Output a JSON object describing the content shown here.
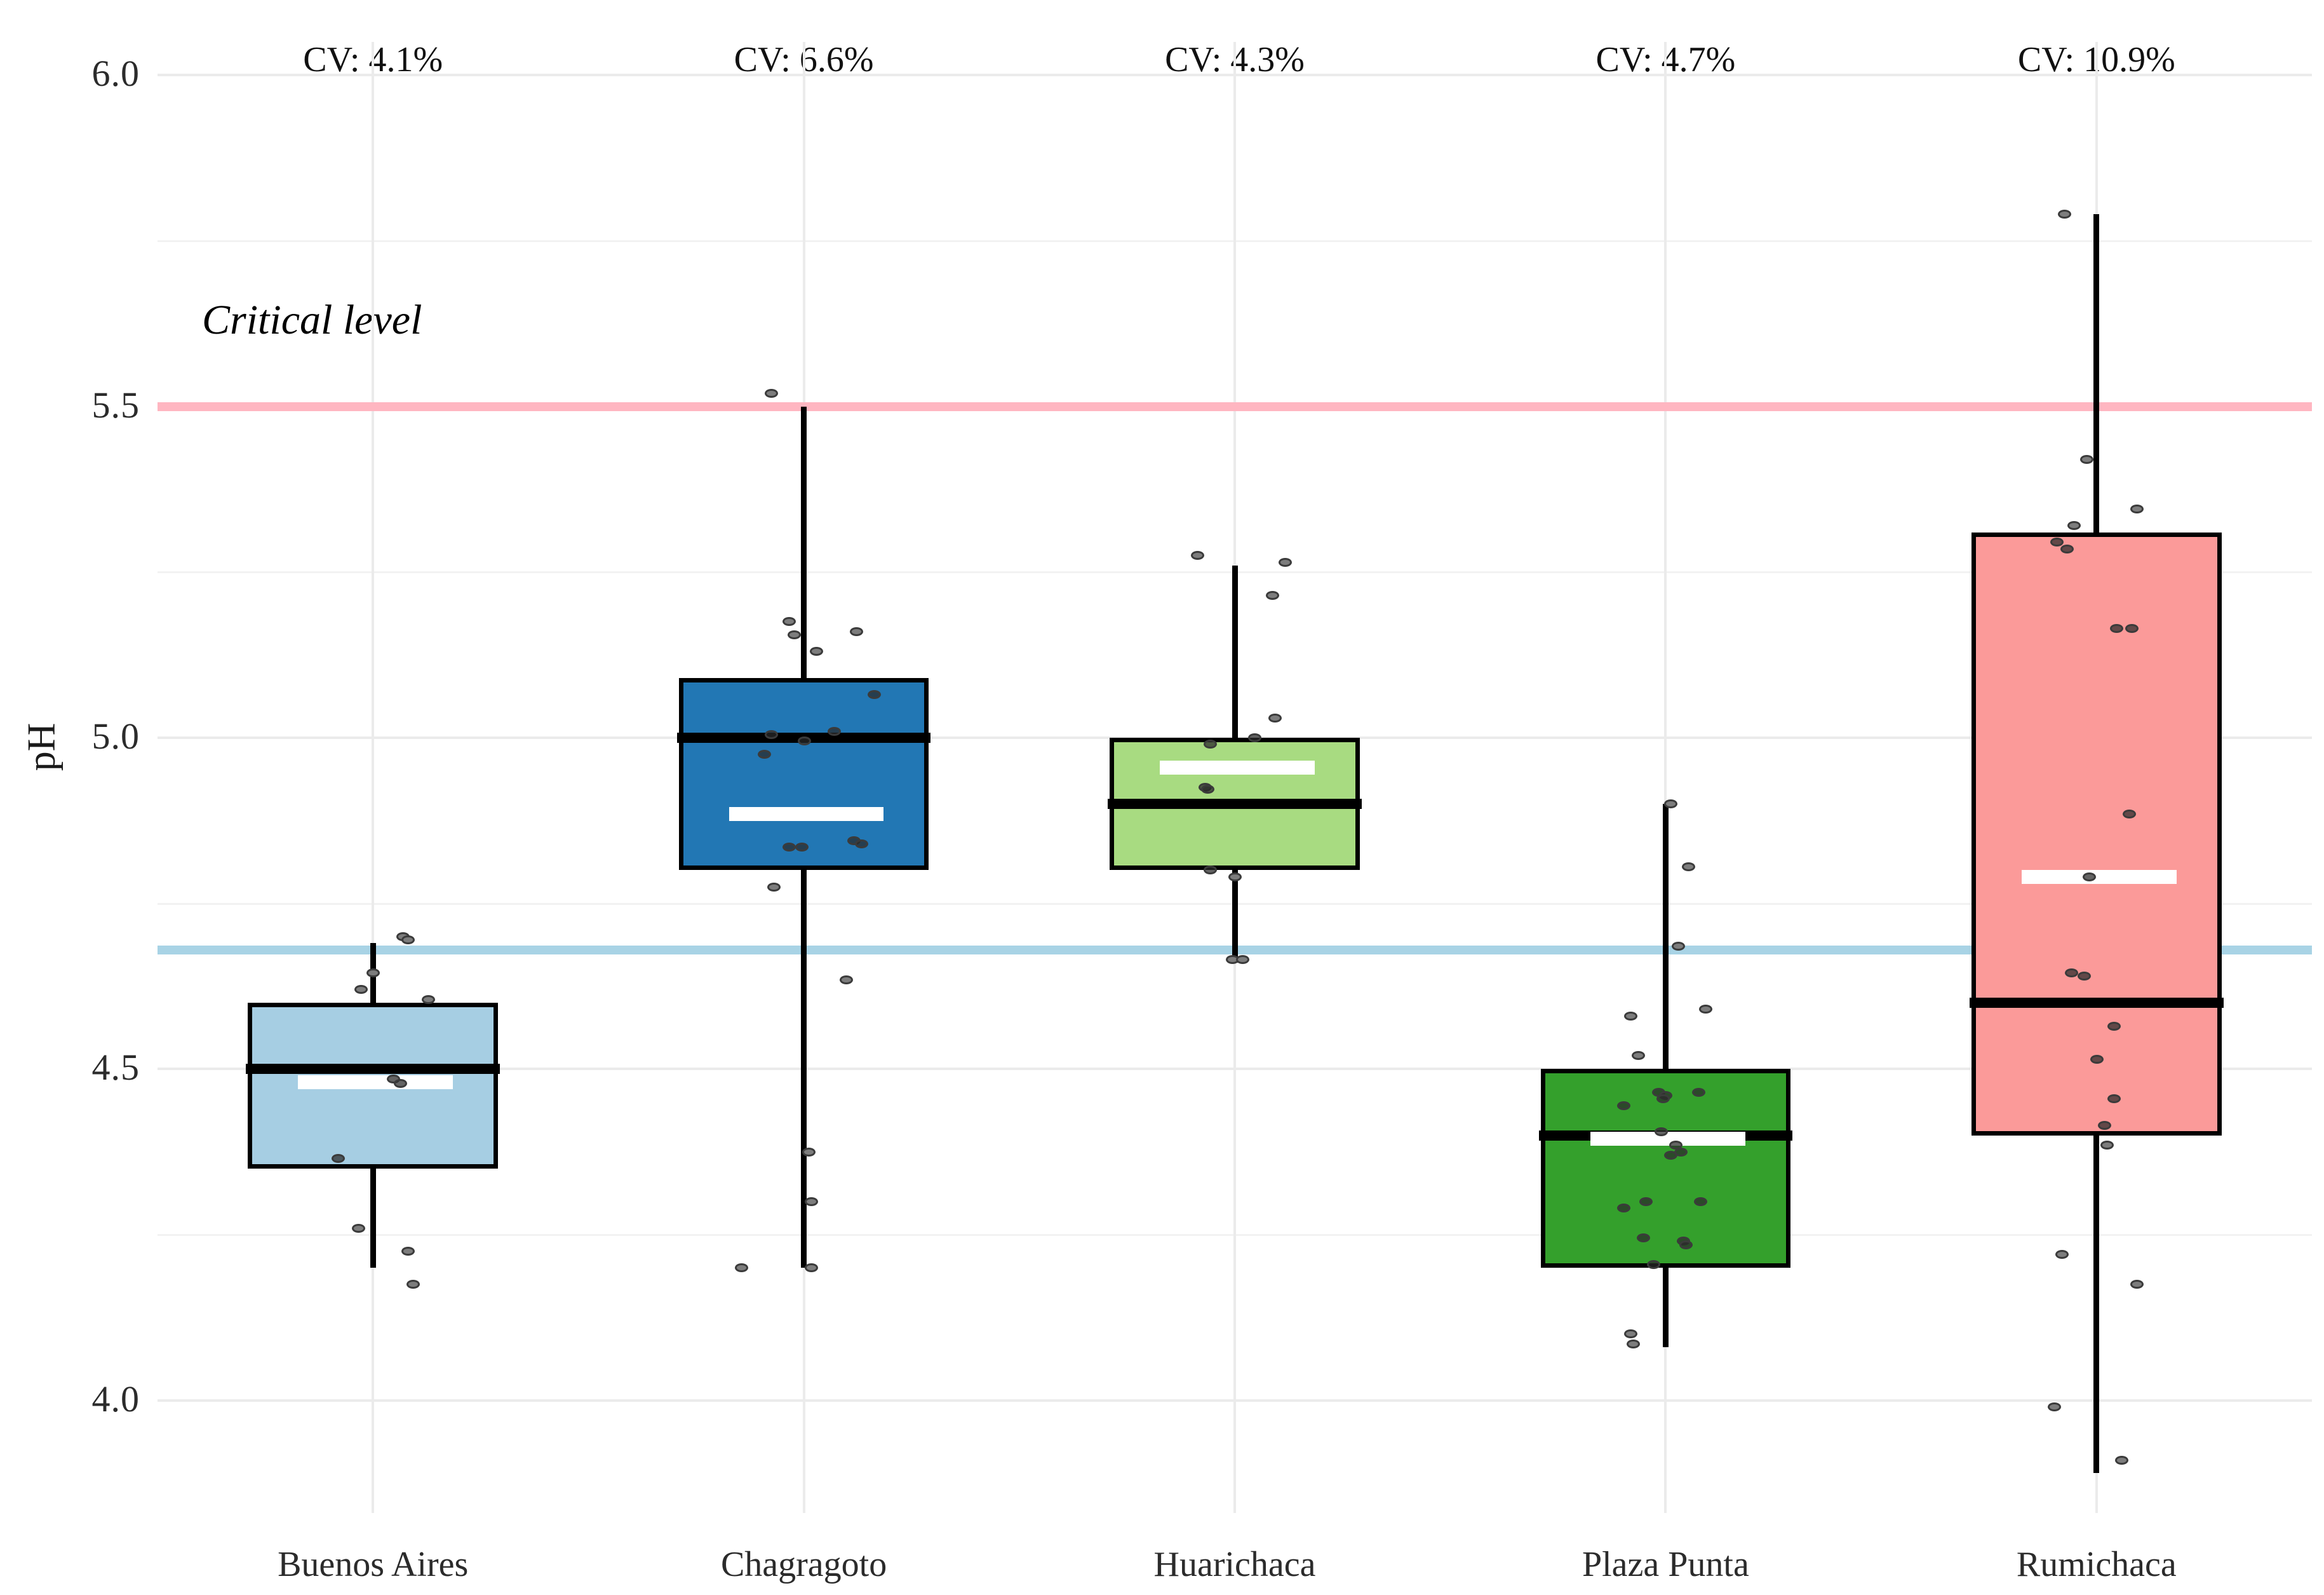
{
  "chart_data": {
    "type": "box",
    "title": "",
    "xlabel": "",
    "ylabel": "pH",
    "ylim": [
      3.83,
      6.05
    ],
    "yticks": [
      "4.0",
      "4.5",
      "5.0",
      "5.5",
      "6.0"
    ],
    "ytick_values": [
      4.0,
      4.5,
      5.0,
      5.5,
      6.0
    ],
    "minor_gridlines": [
      4.25,
      4.75,
      5.25,
      5.75
    ],
    "grid": true,
    "legend": "none",
    "categories": [
      "Buenos Aires",
      "Chagragoto",
      "Huarichaca",
      "Plaza Punta",
      "Rumichaca"
    ],
    "annotations": [
      {
        "text": "Critical level",
        "x_frac": 0.02,
        "y": 5.62,
        "style": "italic"
      }
    ],
    "reference_lines": [
      {
        "name": "critical-level-line",
        "y": 5.5,
        "color": "#FFB6C1"
      },
      {
        "name": "lower-reference-line",
        "y": 4.68,
        "color": "#A8D3E5"
      }
    ],
    "cv_labels": [
      "CV: 4.1%",
      "CV: 6.6%",
      "CV: 4.3%",
      "CV: 4.7%",
      "CV: 10.9%"
    ],
    "boxes": [
      {
        "category": "Buenos Aires",
        "fill": "#A6CEE3",
        "q1": 4.35,
        "median": 4.5,
        "q3": 4.6,
        "mean": 4.48,
        "whisker_low": 4.2,
        "whisker_high": 4.69,
        "cv": "CV: 4.1%",
        "points": [
          {
            "x": 0.62,
            "y": 4.7
          },
          {
            "x": 0.64,
            "y": 4.695
          },
          {
            "x": 0.45,
            "y": 4.62
          },
          {
            "x": 0.5,
            "y": 4.645
          },
          {
            "x": 0.72,
            "y": 4.605
          },
          {
            "x": 0.58,
            "y": 4.485
          },
          {
            "x": 0.61,
            "y": 4.478
          },
          {
            "x": 0.36,
            "y": 4.365
          },
          {
            "x": 0.44,
            "y": 4.26
          },
          {
            "x": 0.64,
            "y": 4.225
          },
          {
            "x": 0.66,
            "y": 4.175
          }
        ]
      },
      {
        "category": "Chagragoto",
        "fill": "#2277B4",
        "q1": 4.8,
        "median": 5.0,
        "q3": 5.09,
        "mean": 4.885,
        "whisker_low": 4.2,
        "whisker_high": 5.5,
        "cv": "CV: 6.6%",
        "points": [
          {
            "x": 0.37,
            "y": 5.52
          },
          {
            "x": 0.44,
            "y": 5.175
          },
          {
            "x": 0.46,
            "y": 5.155
          },
          {
            "x": 0.71,
            "y": 5.16
          },
          {
            "x": 0.55,
            "y": 5.13
          },
          {
            "x": 0.78,
            "y": 5.065
          },
          {
            "x": 0.62,
            "y": 5.01
          },
          {
            "x": 0.37,
            "y": 5.005
          },
          {
            "x": 0.34,
            "y": 4.975
          },
          {
            "x": 0.5,
            "y": 4.995
          },
          {
            "x": 0.7,
            "y": 4.845
          },
          {
            "x": 0.73,
            "y": 4.84
          },
          {
            "x": 0.44,
            "y": 4.835
          },
          {
            "x": 0.49,
            "y": 4.835
          },
          {
            "x": 0.38,
            "y": 4.775
          },
          {
            "x": 0.67,
            "y": 4.635
          },
          {
            "x": 0.52,
            "y": 4.375
          },
          {
            "x": 0.53,
            "y": 4.3
          },
          {
            "x": 0.25,
            "y": 4.2
          },
          {
            "x": 0.53,
            "y": 4.2
          }
        ]
      },
      {
        "category": "Huarichaca",
        "fill": "#A8DB81",
        "q1": 4.8,
        "median": 4.9,
        "q3": 5.0,
        "mean": 4.955,
        "whisker_low": 4.66,
        "whisker_high": 5.26,
        "cv": "CV: 4.3%",
        "points": [
          {
            "x": 0.35,
            "y": 5.275
          },
          {
            "x": 0.7,
            "y": 5.265
          },
          {
            "x": 0.65,
            "y": 5.215
          },
          {
            "x": 0.66,
            "y": 5.03
          },
          {
            "x": 0.58,
            "y": 5.0
          },
          {
            "x": 0.4,
            "y": 4.99
          },
          {
            "x": 0.38,
            "y": 4.925
          },
          {
            "x": 0.39,
            "y": 4.922
          },
          {
            "x": 0.4,
            "y": 4.8
          },
          {
            "x": 0.5,
            "y": 4.79
          },
          {
            "x": 0.49,
            "y": 4.665
          },
          {
            "x": 0.53,
            "y": 4.665
          }
        ]
      },
      {
        "category": "Plaza Punta",
        "fill": "#34A02C",
        "q1": 4.2,
        "median": 4.4,
        "q3": 4.5,
        "mean": 4.395,
        "whisker_low": 4.08,
        "whisker_high": 4.9,
        "cv": "CV: 4.7%",
        "points": [
          {
            "x": 0.52,
            "y": 4.9
          },
          {
            "x": 0.59,
            "y": 4.805
          },
          {
            "x": 0.55,
            "y": 4.685
          },
          {
            "x": 0.66,
            "y": 4.59
          },
          {
            "x": 0.36,
            "y": 4.58
          },
          {
            "x": 0.39,
            "y": 4.52
          },
          {
            "x": 0.47,
            "y": 4.465
          },
          {
            "x": 0.5,
            "y": 4.46
          },
          {
            "x": 0.49,
            "y": 4.455
          },
          {
            "x": 0.63,
            "y": 4.465
          },
          {
            "x": 0.33,
            "y": 4.445
          },
          {
            "x": 0.48,
            "y": 4.405
          },
          {
            "x": 0.54,
            "y": 4.385
          },
          {
            "x": 0.56,
            "y": 4.375
          },
          {
            "x": 0.52,
            "y": 4.37
          },
          {
            "x": 0.42,
            "y": 4.3
          },
          {
            "x": 0.64,
            "y": 4.3
          },
          {
            "x": 0.33,
            "y": 4.29
          },
          {
            "x": 0.41,
            "y": 4.245
          },
          {
            "x": 0.57,
            "y": 4.24
          },
          {
            "x": 0.58,
            "y": 4.235
          },
          {
            "x": 0.45,
            "y": 4.205
          },
          {
            "x": 0.36,
            "y": 4.1
          },
          {
            "x": 0.37,
            "y": 4.085
          }
        ]
      },
      {
        "category": "Rumichaca",
        "fill": "#FB9A99",
        "q1": 4.4,
        "median": 4.6,
        "q3": 5.31,
        "mean": 4.79,
        "whisker_low": 3.89,
        "whisker_high": 5.79,
        "cv": "CV: 10.9%",
        "points": [
          {
            "x": 0.37,
            "y": 5.79
          },
          {
            "x": 0.46,
            "y": 5.42
          },
          {
            "x": 0.66,
            "y": 5.345
          },
          {
            "x": 0.41,
            "y": 5.32
          },
          {
            "x": 0.34,
            "y": 5.295
          },
          {
            "x": 0.38,
            "y": 5.285
          },
          {
            "x": 0.58,
            "y": 5.165
          },
          {
            "x": 0.64,
            "y": 5.165
          },
          {
            "x": 0.63,
            "y": 4.885
          },
          {
            "x": 0.47,
            "y": 4.79
          },
          {
            "x": 0.4,
            "y": 4.645
          },
          {
            "x": 0.45,
            "y": 4.64
          },
          {
            "x": 0.57,
            "y": 4.565
          },
          {
            "x": 0.5,
            "y": 4.515
          },
          {
            "x": 0.57,
            "y": 4.455
          },
          {
            "x": 0.53,
            "y": 4.415
          },
          {
            "x": 0.54,
            "y": 4.385
          },
          {
            "x": 0.36,
            "y": 4.22
          },
          {
            "x": 0.66,
            "y": 4.175
          },
          {
            "x": 0.33,
            "y": 3.99
          },
          {
            "x": 0.6,
            "y": 3.91
          }
        ]
      }
    ]
  }
}
